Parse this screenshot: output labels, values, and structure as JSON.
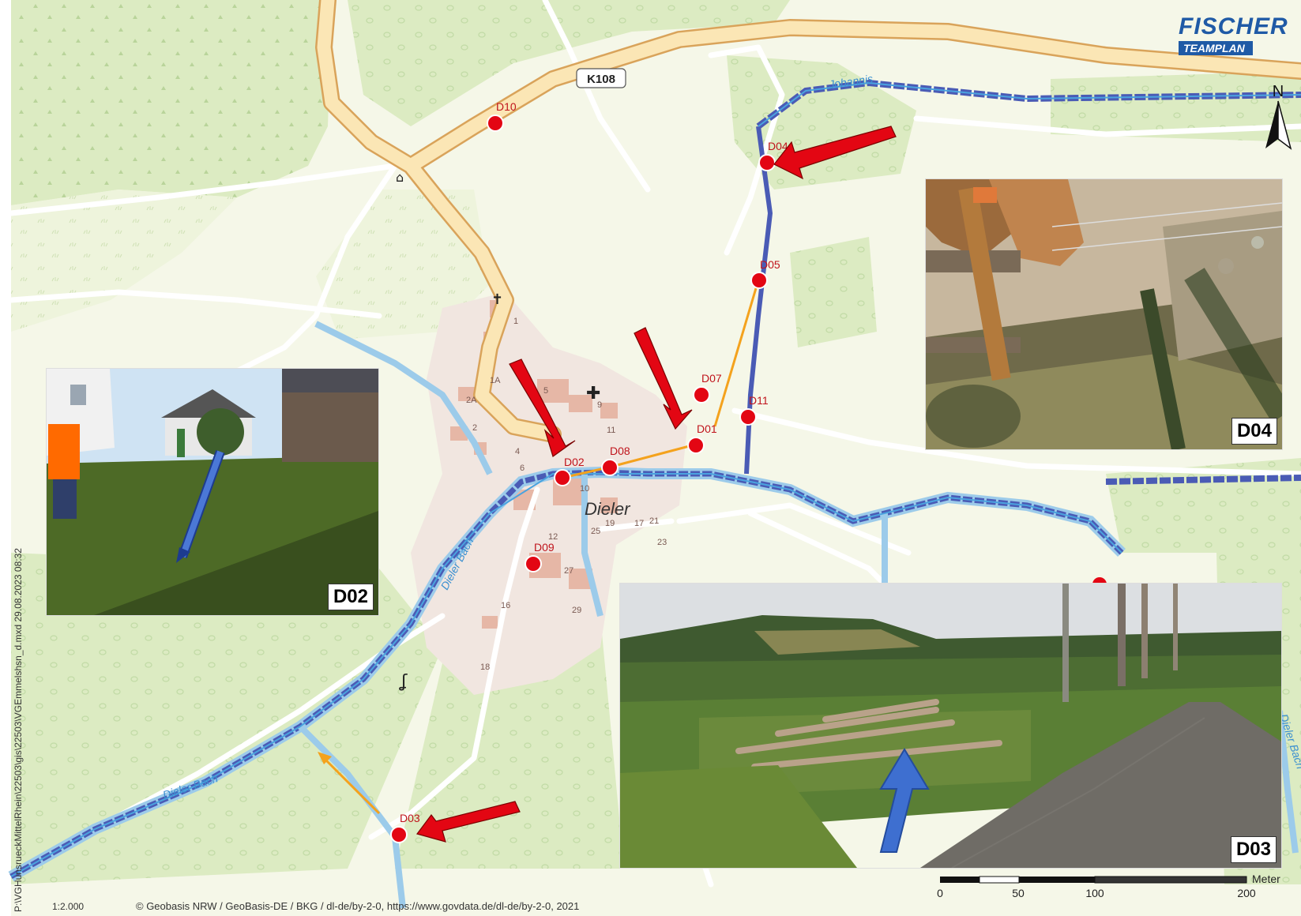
{
  "logo": {
    "line1": "FISCHER",
    "line2": "TEAMPLAN"
  },
  "north": "N",
  "road_label": "K108",
  "village_name": "Dieler",
  "stream_labels": [
    "Johannis",
    "Dieler Bach",
    "Dieler Bach",
    "Dieler Bach"
  ],
  "points": [
    {
      "id": "D01",
      "label": "D01"
    },
    {
      "id": "D02",
      "label": "D02"
    },
    {
      "id": "D03",
      "label": "D03"
    },
    {
      "id": "D04",
      "label": "D04"
    },
    {
      "id": "D05",
      "label": "D05"
    },
    {
      "id": "D07",
      "label": "D07"
    },
    {
      "id": "D08",
      "label": "D08"
    },
    {
      "id": "D09",
      "label": "D09"
    },
    {
      "id": "D10",
      "label": "D10"
    },
    {
      "id": "D11",
      "label": "D11"
    }
  ],
  "house_numbers": [
    "1",
    "1A",
    "2",
    "2A",
    "4",
    "5",
    "6",
    "9",
    "10",
    "11",
    "12",
    "16",
    "17",
    "18",
    "19",
    "21",
    "23",
    "25",
    "27",
    "29"
  ],
  "photos": [
    {
      "id": "D02",
      "tag": "D02"
    },
    {
      "id": "D04",
      "tag": "D04"
    },
    {
      "id": "D03",
      "tag": "D03"
    }
  ],
  "scalebar": {
    "unit": "Meter",
    "ticks": [
      "0",
      "50",
      "100",
      "200"
    ]
  },
  "scale_ratio": "1:2.000",
  "copyright": "© Geobasis NRW / GeoBasis-DE / BKG / dl-de/by-2-0, https://www.govdata.de/dl-de/by-2-0, 2021",
  "file_path": "P:\\VGHunsrueckMittelRhein\\22503\\gis\\22503\\VGEmmelshsn_d.mxd 29.08.2023  08:32",
  "colors": {
    "land": "#f5f7e8",
    "forest": "#dcebc2",
    "meadow": "#edf3d5",
    "road_major_fill": "#fbe6b5",
    "road_major_edge": "#d9a35a",
    "road_minor": "#ffffff",
    "built": "#f1e6e0",
    "building": "#e6b7a6",
    "stream": "#4aa3df",
    "stream_pixel_dark": "#4a5bb5",
    "stream_pixel_light": "#9ccbea",
    "point": "#e30613",
    "arrow_red": "#e30613",
    "arrow_orange": "#f4a21d",
    "arrow_blue": "#3e6fd0",
    "point_label": "#c0141c",
    "logo_blue": "#1f5aa6"
  }
}
